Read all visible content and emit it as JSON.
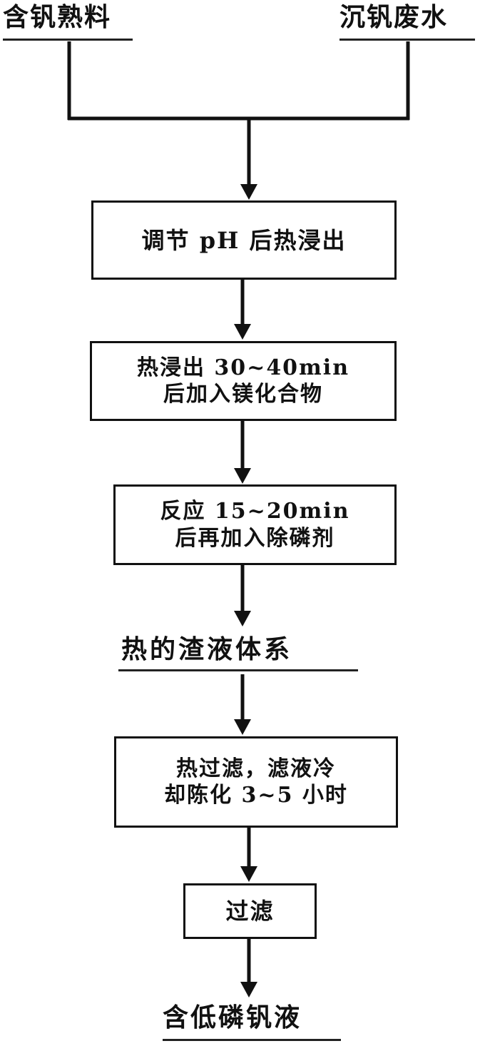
{
  "inputs": {
    "left": "含钒熟料",
    "right": "沉钒废水"
  },
  "steps": [
    {
      "lines": [
        "调节 pH 后热浸出"
      ]
    },
    {
      "lines": [
        "热浸出 30~40min",
        "后加入镁化合物"
      ]
    },
    {
      "lines": [
        "反应 15~20min",
        "后再加入除磷剂"
      ]
    }
  ],
  "intermediate": "热的渣液体系",
  "steps2": [
    {
      "lines": [
        "热过滤，滤液冷",
        "却陈化 3~5 小时"
      ]
    },
    {
      "lines": [
        "过滤"
      ]
    }
  ],
  "output": "含低磷钒液",
  "colors": {
    "line": "#111111",
    "background": "#ffffff"
  }
}
